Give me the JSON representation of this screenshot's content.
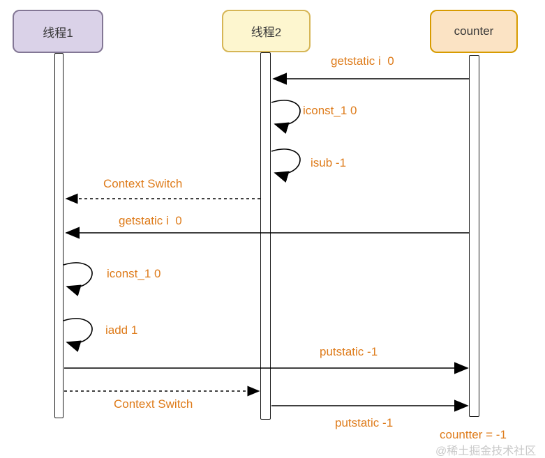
{
  "diagram": {
    "title": "thread-context-switch-sequence-diagram",
    "actors": [
      {
        "id": "thread1",
        "label": "线程1",
        "fill": "#dad2e8",
        "border": "#837795"
      },
      {
        "id": "thread2",
        "label": "线程2",
        "fill": "#fdf6cf",
        "border": "#d6b656"
      },
      {
        "id": "counter",
        "label": "counter",
        "fill": "#fbe3c4",
        "border": "#d79b00"
      }
    ],
    "messages": [
      {
        "label": "getstatic i  0",
        "from": "counter",
        "to": "thread2",
        "style": "solid"
      },
      {
        "label": "iconst_1 0",
        "on": "thread2",
        "style": "self-loop"
      },
      {
        "label": "isub -1",
        "on": "thread2",
        "style": "self-loop"
      },
      {
        "label": "Context Switch",
        "from": "thread2",
        "to": "thread1",
        "style": "dashed"
      },
      {
        "label": "getstatic i  0",
        "from": "counter",
        "to": "thread1",
        "style": "solid"
      },
      {
        "label": "iconst_1 0",
        "on": "thread1",
        "style": "self-loop"
      },
      {
        "label": "iadd 1",
        "on": "thread1",
        "style": "self-loop"
      },
      {
        "label": "putstatic -1",
        "from": "thread1",
        "to": "counter",
        "style": "solid"
      },
      {
        "label": "Context Switch",
        "from": "thread1",
        "to": "thread2",
        "style": "dashed"
      },
      {
        "label": "putstatic -1",
        "from": "thread2",
        "to": "counter",
        "style": "solid"
      }
    ],
    "result_text": "countter = -1",
    "watermark": "@稀土掘金技术社区",
    "colors": {
      "message_text": "#de7b1a",
      "line": "#000000",
      "result_text": "#de7b1a",
      "watermark": "#c9c9c9",
      "background": "#ffffff"
    }
  }
}
